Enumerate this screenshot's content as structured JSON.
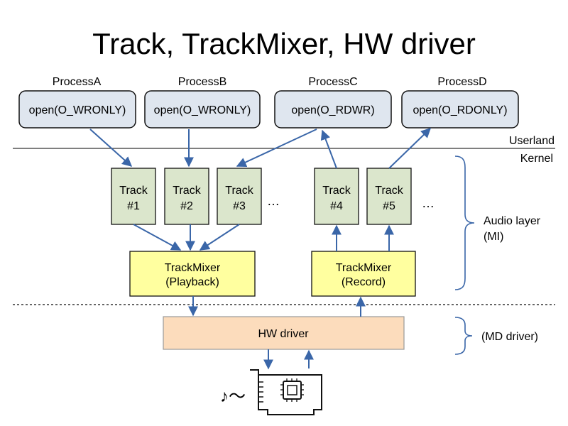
{
  "title": "Track, TrackMixer, HW driver",
  "processes": [
    {
      "name": "ProcessA",
      "call": "open(O_WRONLY)"
    },
    {
      "name": "ProcessB",
      "call": "open(O_WRONLY)"
    },
    {
      "name": "ProcessC",
      "call": "open(O_RDWR)"
    },
    {
      "name": "ProcessD",
      "call": "open(O_RDONLY)"
    }
  ],
  "layers": {
    "userland": "Userland",
    "kernel": "Kernel"
  },
  "tracks": [
    {
      "line1": "Track",
      "line2": "#1"
    },
    {
      "line1": "Track",
      "line2": "#2"
    },
    {
      "line1": "Track",
      "line2": "#3"
    },
    {
      "line1": "Track",
      "line2": "#4"
    },
    {
      "line1": "Track",
      "line2": "#5"
    }
  ],
  "ellipsis": "…",
  "mixers": [
    {
      "line1": "TrackMixer",
      "line2": "(Playback)"
    },
    {
      "line1": "TrackMixer",
      "line2": "(Record)"
    }
  ],
  "hw_driver": "HW driver",
  "brace_labels": {
    "audio_layer_line1": "Audio layer",
    "audio_layer_line2": "(MI)",
    "md_driver": "(MD driver)"
  },
  "sound_symbol": "♪～",
  "colors": {
    "process_fill": "#dfe6ef",
    "track_fill": "#dbe6cc",
    "mixer_fill": "#ffff9f",
    "driver_fill": "#fcdcbc",
    "arrow": "#3a66a8"
  }
}
